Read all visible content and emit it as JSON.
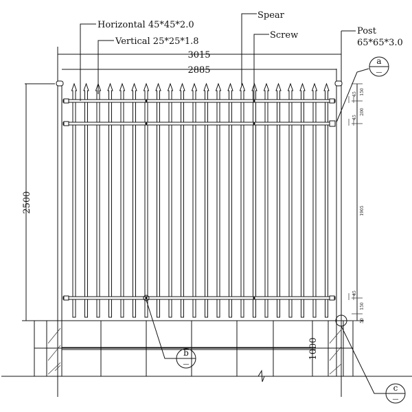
{
  "labels": {
    "horizontal": "Horizontal 45*45*2.0",
    "vertical": "Vertical 25*25*1.8",
    "spear": "Spear",
    "screw": "Screw",
    "post": "Post",
    "post_size": "65*65*3.0"
  },
  "dimensions": {
    "overall_width": "3015",
    "panel_width": "2885",
    "height": "2500",
    "base_height": "1000",
    "top_gap": "150",
    "rail_gap": "200",
    "picket_span": "1905",
    "bottom_gap": "150",
    "clearance": "50",
    "rail_size_1": "45",
    "rail_size_2": "45",
    "rail_size_3": "45"
  },
  "callouts": {
    "a": "a",
    "b": "b",
    "c": "c",
    "sub": "—"
  }
}
